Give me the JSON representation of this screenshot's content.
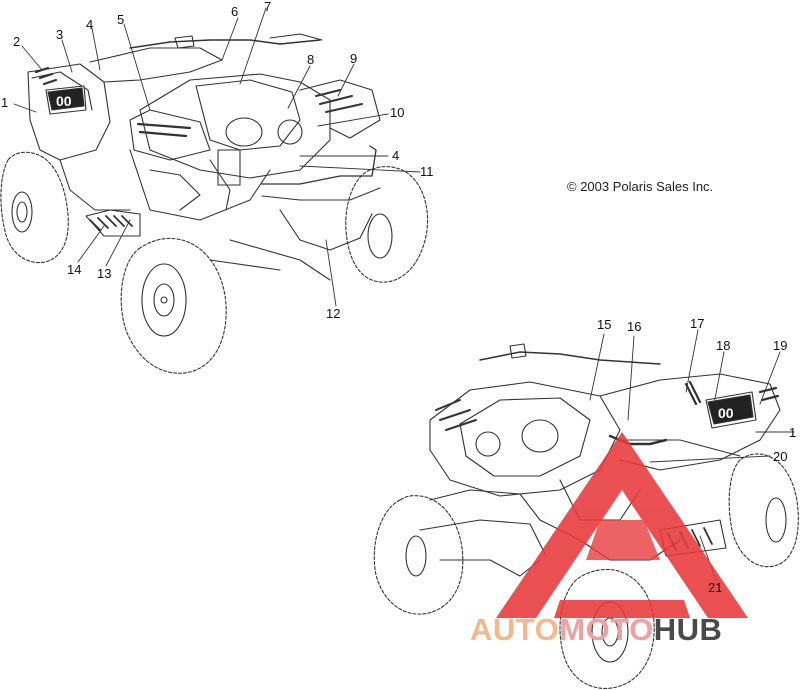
{
  "copyright": "© 2003 Polaris Sales Inc.",
  "callouts": [
    {
      "id": "c1a",
      "label": "1"
    },
    {
      "id": "c2",
      "label": "2"
    },
    {
      "id": "c3",
      "label": "3"
    },
    {
      "id": "c4a",
      "label": "4"
    },
    {
      "id": "c5",
      "label": "5"
    },
    {
      "id": "c6",
      "label": "6"
    },
    {
      "id": "c7",
      "label": "7"
    },
    {
      "id": "c8",
      "label": "8"
    },
    {
      "id": "c9",
      "label": "9"
    },
    {
      "id": "c10",
      "label": "10"
    },
    {
      "id": "c4b",
      "label": "4"
    },
    {
      "id": "c11",
      "label": "11"
    },
    {
      "id": "c12",
      "label": "12"
    },
    {
      "id": "c13",
      "label": "13"
    },
    {
      "id": "c14",
      "label": "14"
    },
    {
      "id": "c15",
      "label": "15"
    },
    {
      "id": "c16",
      "label": "16"
    },
    {
      "id": "c17",
      "label": "17"
    },
    {
      "id": "c18",
      "label": "18"
    },
    {
      "id": "c19",
      "label": "19"
    },
    {
      "id": "c1b",
      "label": "1"
    },
    {
      "id": "c20",
      "label": "20"
    },
    {
      "id": "c21",
      "label": "21"
    }
  ],
  "plate_numbers": {
    "front_left": "00",
    "rear_right": "00"
  },
  "watermark": {
    "part1": "AUTO",
    "part2": "MOTO",
    "part3": "HUB"
  },
  "colors": {
    "line": "#333333",
    "watermark_red": "#e8383a",
    "watermark_orange": "#f3b98c",
    "watermark_dark": "#4a4a4a"
  }
}
